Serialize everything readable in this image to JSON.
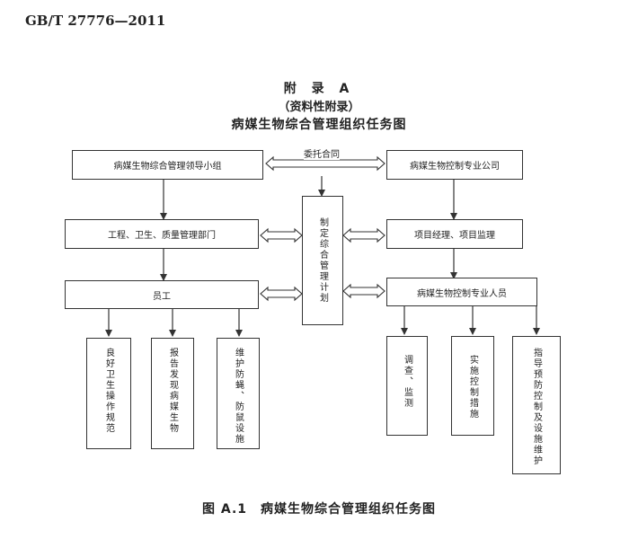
{
  "header": {
    "standard_code": "GB/T 27776—2011"
  },
  "titles": {
    "appendix": "附 录 A",
    "nature": "（资料性附录）",
    "main_title": "病媒生物综合管理组织任务图"
  },
  "nodes": {
    "leadership_group": "病媒生物综合管理领导小组",
    "dept_engineering": "工程、卫生、质量管理部门",
    "staff": "员工",
    "plan": "制定综合管理计划",
    "company": "病媒生物控制专业公司",
    "pm": "项目经理、项目监理",
    "professionals": "病媒生物控制专业人员",
    "staff_tasks": [
      "良好卫生操作规范",
      "报告发现病媒生物",
      "维护防蝇、防鼠设施"
    ],
    "pro_tasks": [
      "调查、监测",
      "实施控制措施",
      "指导预防控制及设施维护"
    ]
  },
  "edges": {
    "entrust_label": "委托合同"
  },
  "caption": "图 A.1　病媒生物综合管理组织任务图",
  "colors": {
    "line": "#333333",
    "background": "#ffffff"
  }
}
